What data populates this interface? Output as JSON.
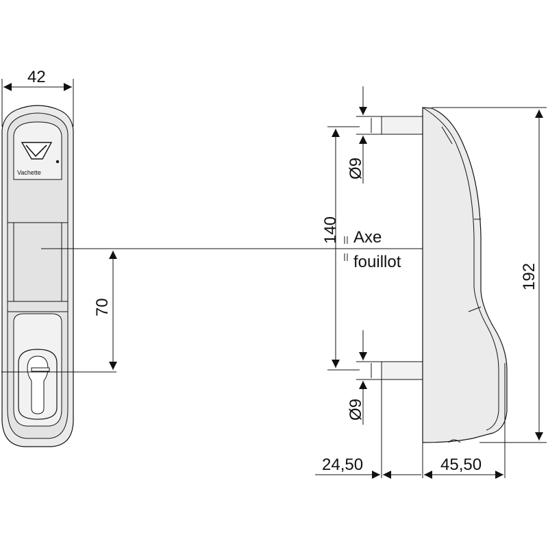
{
  "brand": "Vachette",
  "dimensions": {
    "width_front": "42",
    "center_distance_lower": "70",
    "center_distance": "140",
    "height_total": "192",
    "diameter_top": "Ø9",
    "diameter_bottom": "Ø9",
    "offset_left": "24,50",
    "depth": "45,50"
  },
  "labels": {
    "axe": "Axe",
    "fouillot": "fouillot"
  },
  "colors": {
    "line": "#111111",
    "body": "#ebebeb",
    "background": "#ffffff"
  }
}
